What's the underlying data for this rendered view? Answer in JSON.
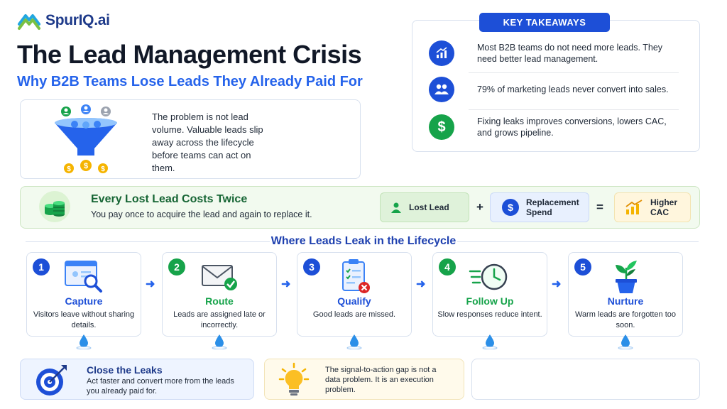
{
  "brand": {
    "name": "SpurIQ.ai"
  },
  "title": "The Lead Management Crisis",
  "subtitle": "Why B2B Teams Lose Leads They Already Paid For",
  "problem": {
    "text": "The problem is not lead volume. Valuable leads slip away across the lifecycle before teams can act on them."
  },
  "takeaways": {
    "header": "KEY TAKEAWAYS",
    "items": [
      {
        "icon": "chart-growth-icon",
        "text": "Most B2B teams do not need more leads. They need better lead management."
      },
      {
        "icon": "people-icon",
        "text": "79% of marketing leads never convert into sales."
      },
      {
        "icon": "dollar-icon",
        "text": "Fixing leaks improves conversions, lowers CAC, and grows pipeline."
      }
    ]
  },
  "cost": {
    "title": "Every Lost Lead Costs Twice",
    "subtitle": "You pay once to acquire the lead and again to replace it.",
    "equation": {
      "item1": "Lost Lead",
      "plus": "+",
      "item2": "Replacement Spend",
      "equals": "=",
      "result": "Higher CAC"
    }
  },
  "lifecycle": {
    "title": "Where Leads Leak in the Lifecycle",
    "stages": [
      {
        "num": "1",
        "title": "Capture",
        "desc": "Visitors leave without sharing details.",
        "color": "#1d4fd7"
      },
      {
        "num": "2",
        "title": "Route",
        "desc": "Leads are assigned late or incorrectly.",
        "color": "#16a34a"
      },
      {
        "num": "3",
        "title": "Qualify",
        "desc": "Good leads are missed.",
        "color": "#1d4fd7"
      },
      {
        "num": "4",
        "title": "Follow Up",
        "desc": "Slow responses reduce intent.",
        "color": "#16a34a"
      },
      {
        "num": "5",
        "title": "Nurture",
        "desc": "Warm leads are forgotten too soon.",
        "color": "#1d4fd7"
      }
    ]
  },
  "close": {
    "title": "Close the Leaks",
    "text": "Act faster and convert more from the leads you already paid for."
  },
  "signal": {
    "text": "The signal-to-action gap is not a data problem. It is an execution problem."
  },
  "colors": {
    "blue": "#1d4fd7",
    "green": "#16a34a",
    "gold": "#f5b400"
  }
}
